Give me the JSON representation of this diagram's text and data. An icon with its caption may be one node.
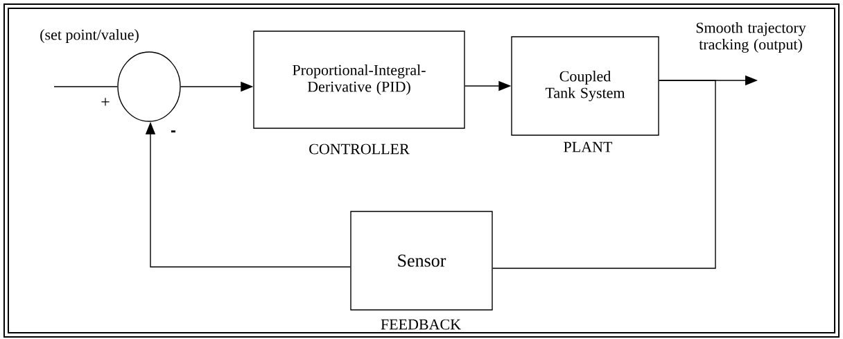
{
  "diagram": {
    "nodes": [
      {
        "text": [],
        "shape": "circle"
      },
      {
        "text": [
          "Proportional-Integral-Derivative (PID)"
        ],
        "beside": [
          "CONTROLLER"
        ]
      },
      {
        "text": [
          "Coupled Tank System"
        ],
        "beside": [
          "PLANT"
        ]
      },
      {
        "text": [
          "Sensor"
        ],
        "beside": [
          "FEEDBACK"
        ]
      }
    ],
    "edges": [
      {
        "from": null,
        "to": 0,
        "arrow": "none"
      },
      {
        "from": 0,
        "to": 1,
        "arrow": "to"
      },
      {
        "from": 1,
        "to": 2,
        "arrow": "to"
      },
      {
        "from": 2,
        "to": null,
        "arrow": "to"
      },
      {
        "from": 2,
        "to": 3,
        "arrow": "none"
      },
      {
        "from": 3,
        "to": 0,
        "arrow": "to"
      }
    ],
    "labels": [
      "(set point/value)",
      "+",
      "-",
      "Smooth trajectory tracking (output)"
    ]
  }
}
